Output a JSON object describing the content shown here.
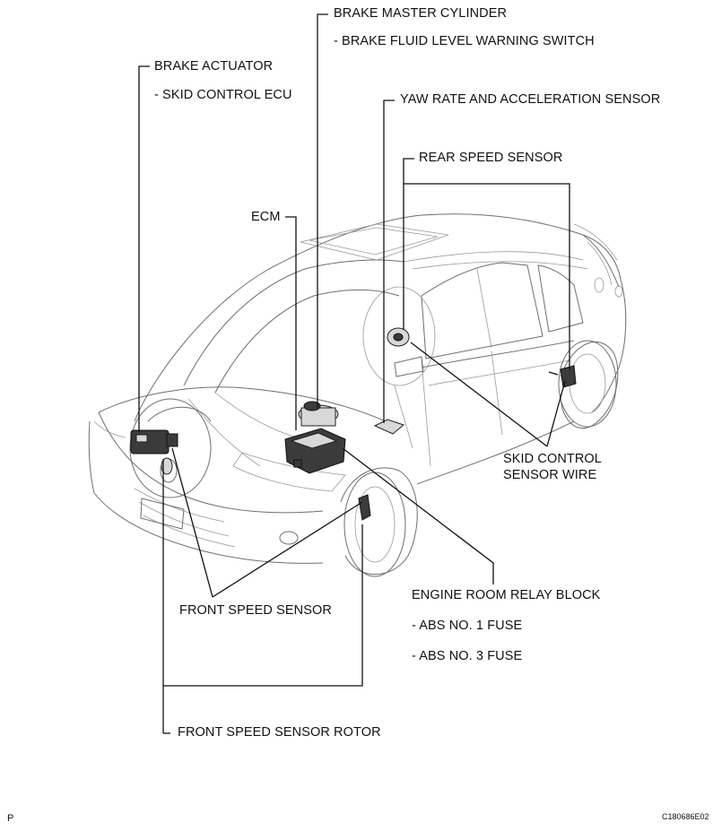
{
  "labels": {
    "brake_master_cylinder": "BRAKE MASTER CYLINDER",
    "brake_fluid_switch": "- BRAKE FLUID LEVEL WARNING SWITCH",
    "brake_actuator": "BRAKE ACTUATOR",
    "skid_control_ecu": "- SKID CONTROL ECU",
    "yaw_rate_sensor": "YAW RATE AND ACCELERATION SENSOR",
    "rear_speed_sensor": "REAR SPEED SENSOR",
    "ecm": "ECM",
    "skid_control_sensor_wire_1": "SKID CONTROL",
    "skid_control_sensor_wire_2": "SENSOR WIRE",
    "engine_room_relay_block": "ENGINE ROOM RELAY BLOCK",
    "abs_no1_fuse": "- ABS NO. 1 FUSE",
    "abs_no3_fuse": "- ABS NO. 3 FUSE",
    "front_speed_sensor": "FRONT SPEED SENSOR",
    "front_speed_sensor_rotor": "FRONT SPEED SENSOR ROTOR"
  },
  "footer": {
    "page_marker": "P",
    "figure_code": "C180686E02"
  }
}
